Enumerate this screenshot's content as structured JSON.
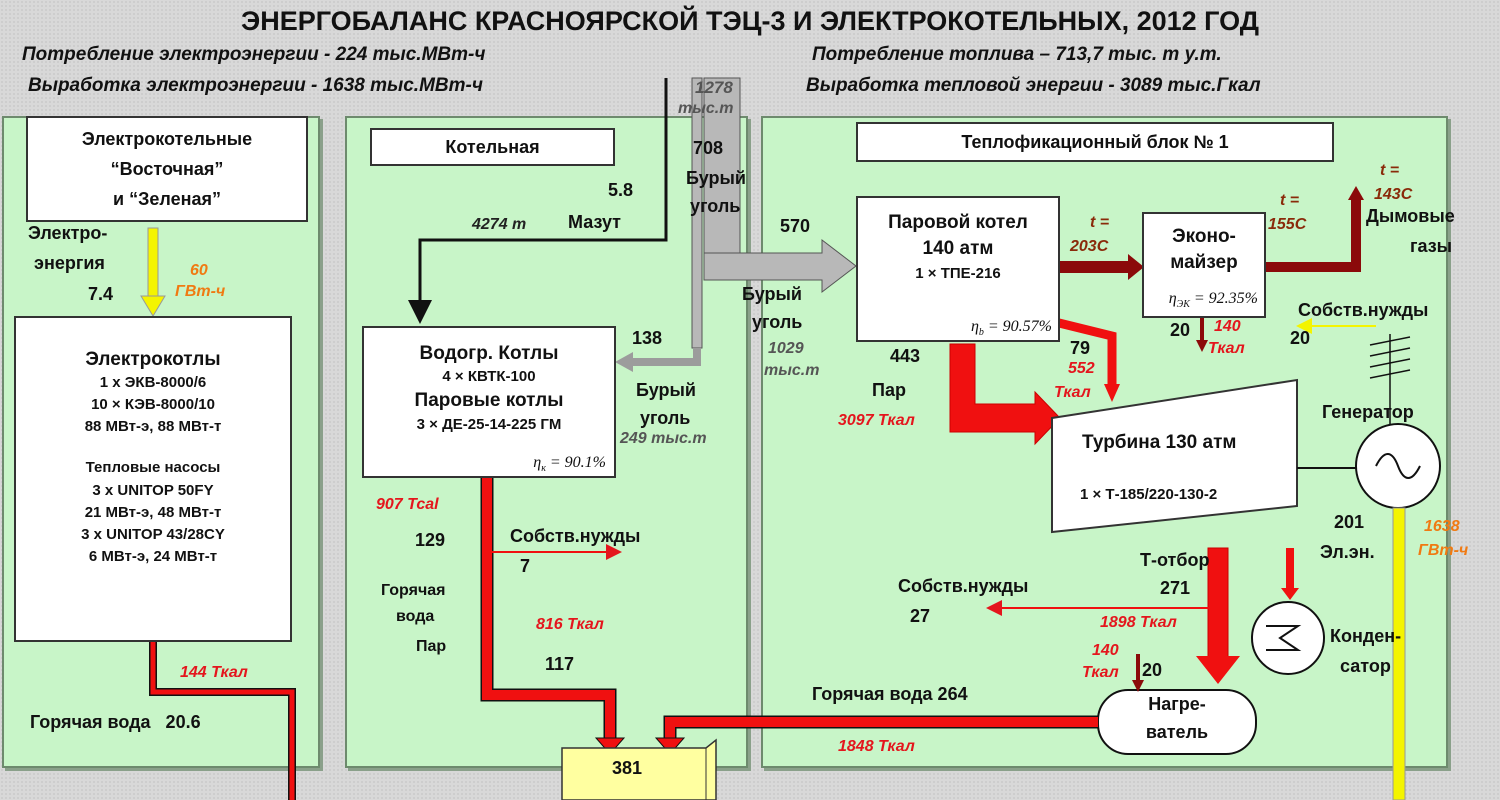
{
  "title": "ЭНЕРГОБАЛАНС КРАСНОЯРСКОЙ ТЭЦ-3 И ЭЛЕКТРОКОТЕЛЬНЫХ,   2012 ГОД",
  "header": {
    "elec_consumption": "Потребление электроэнергии -  224 тыс.МВт-ч",
    "elec_output": "Выработка электроэнергии -  1638 тыс.МВт-ч",
    "fuel_consumption": "Потребление топлива – 713,7 тыс. т у.т.",
    "heat_output": "Выработка тепловой энергии - 3089 тыс.Гкал"
  },
  "coal_input": {
    "value": "1278",
    "unit": "тыс.т",
    "ut_value": "708",
    "label": "Бурый",
    "label2": "уголь"
  },
  "electro_boilers": {
    "title": [
      "Электрокотельные",
      "“Восточная”",
      "и “Зеленая”"
    ],
    "elec_label": [
      "Электро-",
      "энергия"
    ],
    "elec_value": "7.4",
    "elec_gwh": [
      "60",
      "ГВт-ч"
    ],
    "box_lines": [
      "Электрокотлы",
      "1 х ЭКВ-8000/6",
      "10 × КЭВ-8000/10",
      "88 МВт-э, 88 МВт-т",
      "",
      "Тепловые насосы",
      "3 х UNITOP 50FY",
      "21 МВт-э, 48 МВт-т",
      "3 х UNITOP 43/28CY",
      "6 МВт-э, 24 МВт-т"
    ],
    "heat_tcal": "144  Ткал",
    "hot_water": "Горячая вода   20.6"
  },
  "boiler_house": {
    "title": "Котельная",
    "mazut_value": "5.8",
    "mazut_t": "4274 т",
    "mazut_label": "Мазут",
    "coal_value": "138",
    "coal_label": [
      "Бурый",
      "уголь"
    ],
    "coal_mass": "249 тыс.т",
    "box_lines": [
      "Водогр. Котлы",
      "4 ×  КВТК-100",
      "Паровые котлы",
      "3 × ДЕ-25-14-225 ГМ"
    ],
    "efficiency": "= 90.1%",
    "out_tcal": "907  Tcal",
    "out_value": "129",
    "aux_label": "Собств.нужды",
    "aux_value": "7",
    "hw_label": [
      "Горячая",
      "вода"
    ],
    "steam_label": "Пар",
    "net_tcal": "816 Ткал",
    "net_value": "117"
  },
  "unit1": {
    "title": "Теплофикационный блок № 1",
    "coal_value": "570",
    "coal_label": [
      "Бурый",
      "уголь"
    ],
    "coal_mass": [
      "1029",
      "тыс.т"
    ],
    "boiler": [
      "Паровой котел",
      "140 атм",
      "1 ×  ТПЕ-216"
    ],
    "boiler_eff": "= 90.57%",
    "t1": [
      "t =",
      "203C"
    ],
    "econ": [
      "Эконо-",
      "майзер"
    ],
    "econ_eff": "= 92.35%",
    "t2": [
      "t =",
      "155C"
    ],
    "t3": [
      "t =",
      "143C"
    ],
    "flue": [
      "Дымовые",
      "газы"
    ],
    "econ_loss_value": "20",
    "econ_loss_tcal": [
      "140",
      "Ткал"
    ],
    "aux_label": "Собств.нужды",
    "aux_value": "20",
    "steam_value": "443",
    "steam_label": "Пар",
    "steam_tcal": "3097 Ткал",
    "bypass_value": "79",
    "bypass_tcal": [
      "552",
      "Ткал"
    ],
    "turbine": [
      "Турбина 130 атм",
      "1 ×  Т-185/220-130-2"
    ],
    "generator": "Генератор",
    "gen_value": [
      "201",
      "Эл.эн."
    ],
    "gen_gwh": [
      "1638",
      "ГВт-ч"
    ],
    "t_extract": "Т-отбор",
    "t_extract_value": "271",
    "t_extract_tcal": "1898 Ткал",
    "aux2_label": "Собств.нужды",
    "aux2_value": "27",
    "condenser": [
      "Конден-",
      "сатор"
    ],
    "heater": [
      "Нагре-",
      "ватель"
    ],
    "heater_loss_tcal": [
      "140",
      "Ткал"
    ],
    "heater_loss_value": "20",
    "hw_label": "Горячая вода 264",
    "hw_tcal": "1848 Ткал",
    "total": "381"
  },
  "colors": {
    "panel": "#c8f5c8",
    "steam": "#f01010",
    "flue": "#8b0a0a",
    "elec": "#f4f400",
    "coal": "#b8b8b8"
  }
}
